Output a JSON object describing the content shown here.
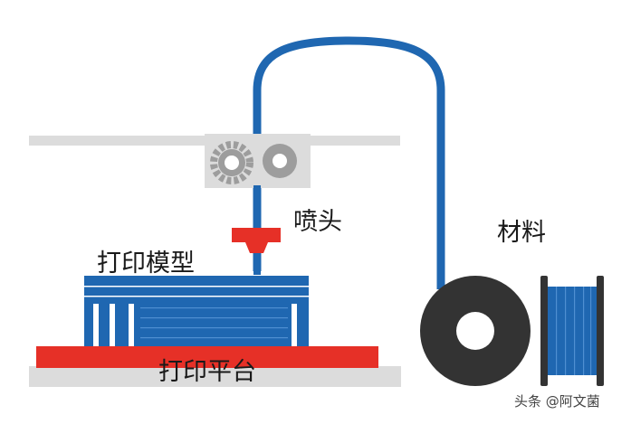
{
  "labels": {
    "nozzle": "喷头",
    "material": "材料",
    "print_model": "打印模型",
    "print_platform": "打印平台"
  },
  "watermark": {
    "text": "头条 @阿文菌"
  },
  "colors": {
    "blue": "#1f67b1",
    "red": "#e63027",
    "gray": "#dcdcdc",
    "dark_gray": "#333333"
  }
}
